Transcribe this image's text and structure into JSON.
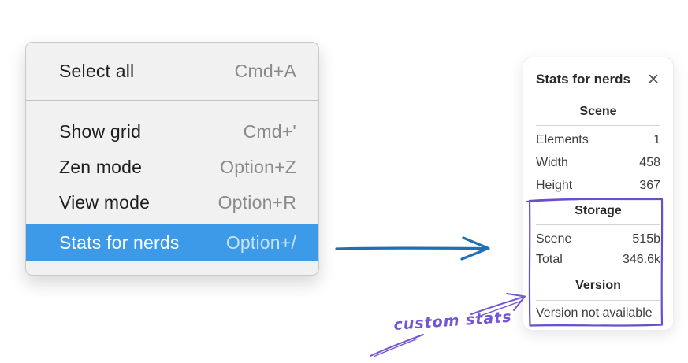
{
  "context_menu": {
    "items": [
      {
        "label": "Select all",
        "shortcut": "Cmd+A",
        "selected": false
      },
      {
        "label": "Show grid",
        "shortcut": "Cmd+'",
        "selected": false
      },
      {
        "label": "Zen mode",
        "shortcut": "Option+Z",
        "selected": false
      },
      {
        "label": "View mode",
        "shortcut": "Option+R",
        "selected": false
      },
      {
        "label": "Stats for nerds",
        "shortcut": "Option+/",
        "selected": true
      }
    ],
    "highlight_color": "#3d9ae8"
  },
  "stats_panel": {
    "title": "Stats for nerds",
    "close_icon": "✕",
    "sections": [
      {
        "heading": "Scene",
        "rows": [
          {
            "label": "Elements",
            "value": "1"
          },
          {
            "label": "Width",
            "value": "458"
          },
          {
            "label": "Height",
            "value": "367"
          }
        ]
      },
      {
        "heading": "Storage",
        "rows": [
          {
            "label": "Scene",
            "value": "515b"
          },
          {
            "label": "Total",
            "value": "346.6k"
          }
        ]
      },
      {
        "heading": "Version",
        "rows": [],
        "note": "Version not available"
      }
    ]
  },
  "annotations": {
    "label": "custom stats",
    "label_color": "#7355d6",
    "pointer_arrow_color": "#1e6fb8",
    "highlight_box_color": "#6a4ecf"
  }
}
